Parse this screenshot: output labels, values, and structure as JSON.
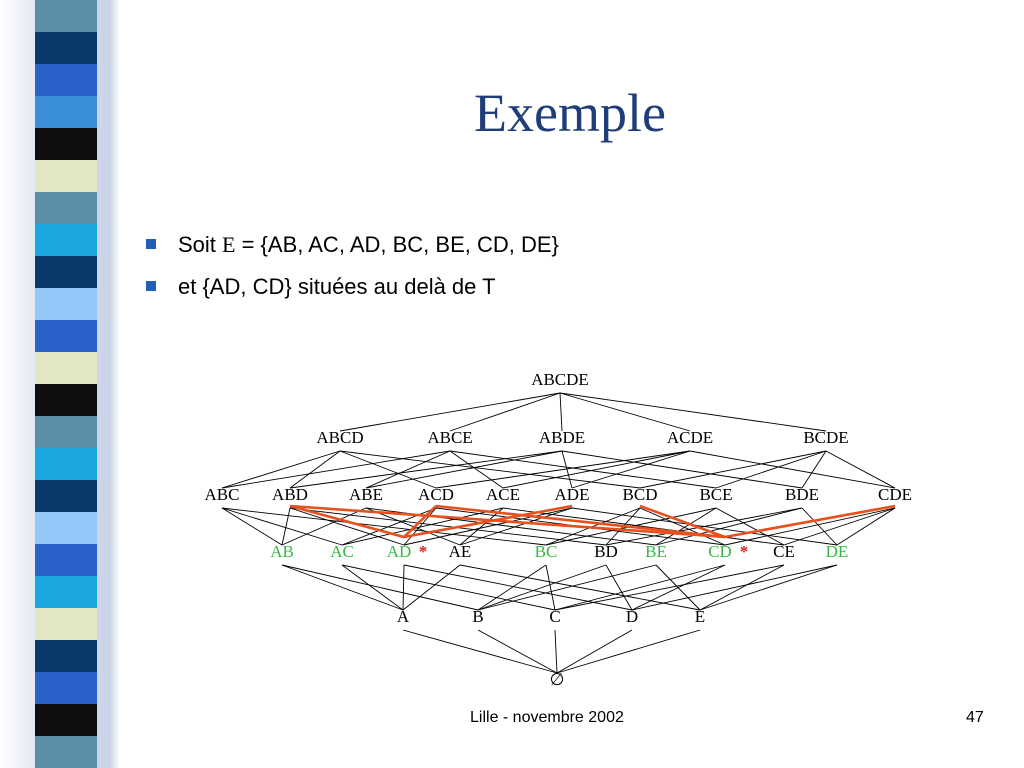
{
  "slide": {
    "title": "Exemple",
    "bullets": [
      {
        "prefix": "Soit ",
        "symbol": "E",
        "suffix": " = {AB, AC, AD, BC, BE, CD, DE}"
      },
      {
        "text": "et {AD, CD} situées au delà de T"
      }
    ],
    "footer": {
      "text": "Lille - novembre 2002",
      "page": "47"
    }
  },
  "colors": {
    "title": "#1f3d78",
    "bullet": "#1f5fb5",
    "highlight_green": "#33bb44",
    "marker_red": "#dd2222",
    "path_orange": "#e8501e",
    "stripes": [
      "#5b8fa8",
      "#0a3a6a",
      "#2a62c9",
      "#3a8fd8",
      "#0f0f0f",
      "#e2e6c2",
      "#5b8fa8",
      "#1ca7e0",
      "#0a3a6a",
      "#94c8f8",
      "#2a62c9",
      "#e2e6c2",
      "#0f0f0f",
      "#5b8fa8",
      "#1ca7e0",
      "#0a3a6a",
      "#94c8f8",
      "#2a62c9",
      "#1ca7e0",
      "#e2e6c2",
      "#0a3a6a",
      "#2a62c9",
      "#0f0f0f",
      "#5b8fa8"
    ]
  },
  "lattice": {
    "levels": [
      [
        "ABCDE"
      ],
      [
        "ABCD",
        "ABCE",
        "ABDE",
        "ACDE",
        "BCDE"
      ],
      [
        "ABC",
        "ABD",
        "ABE",
        "ACD",
        "ACE",
        "ADE",
        "BCD",
        "BCE",
        "BDE",
        "CDE"
      ],
      [
        "AB",
        "AC",
        "AD",
        "AE",
        "BC",
        "BD",
        "BE",
        "CD",
        "CE",
        "DE"
      ],
      [
        "A",
        "B",
        "C",
        "D",
        "E"
      ],
      [
        "∅"
      ]
    ],
    "highlighted": [
      "AB",
      "AC",
      "AD",
      "BC",
      "BE",
      "CD",
      "DE"
    ],
    "marked": [
      "AD",
      "CD"
    ],
    "marker": "*",
    "highlight_paths": [
      [
        "ABD",
        "AD",
        "ACD"
      ],
      [
        "ACD",
        "CD",
        "BCD"
      ],
      [
        "ADE",
        "AD"
      ],
      [
        "CDE",
        "CD"
      ],
      [
        "ABD",
        "CD"
      ]
    ]
  }
}
